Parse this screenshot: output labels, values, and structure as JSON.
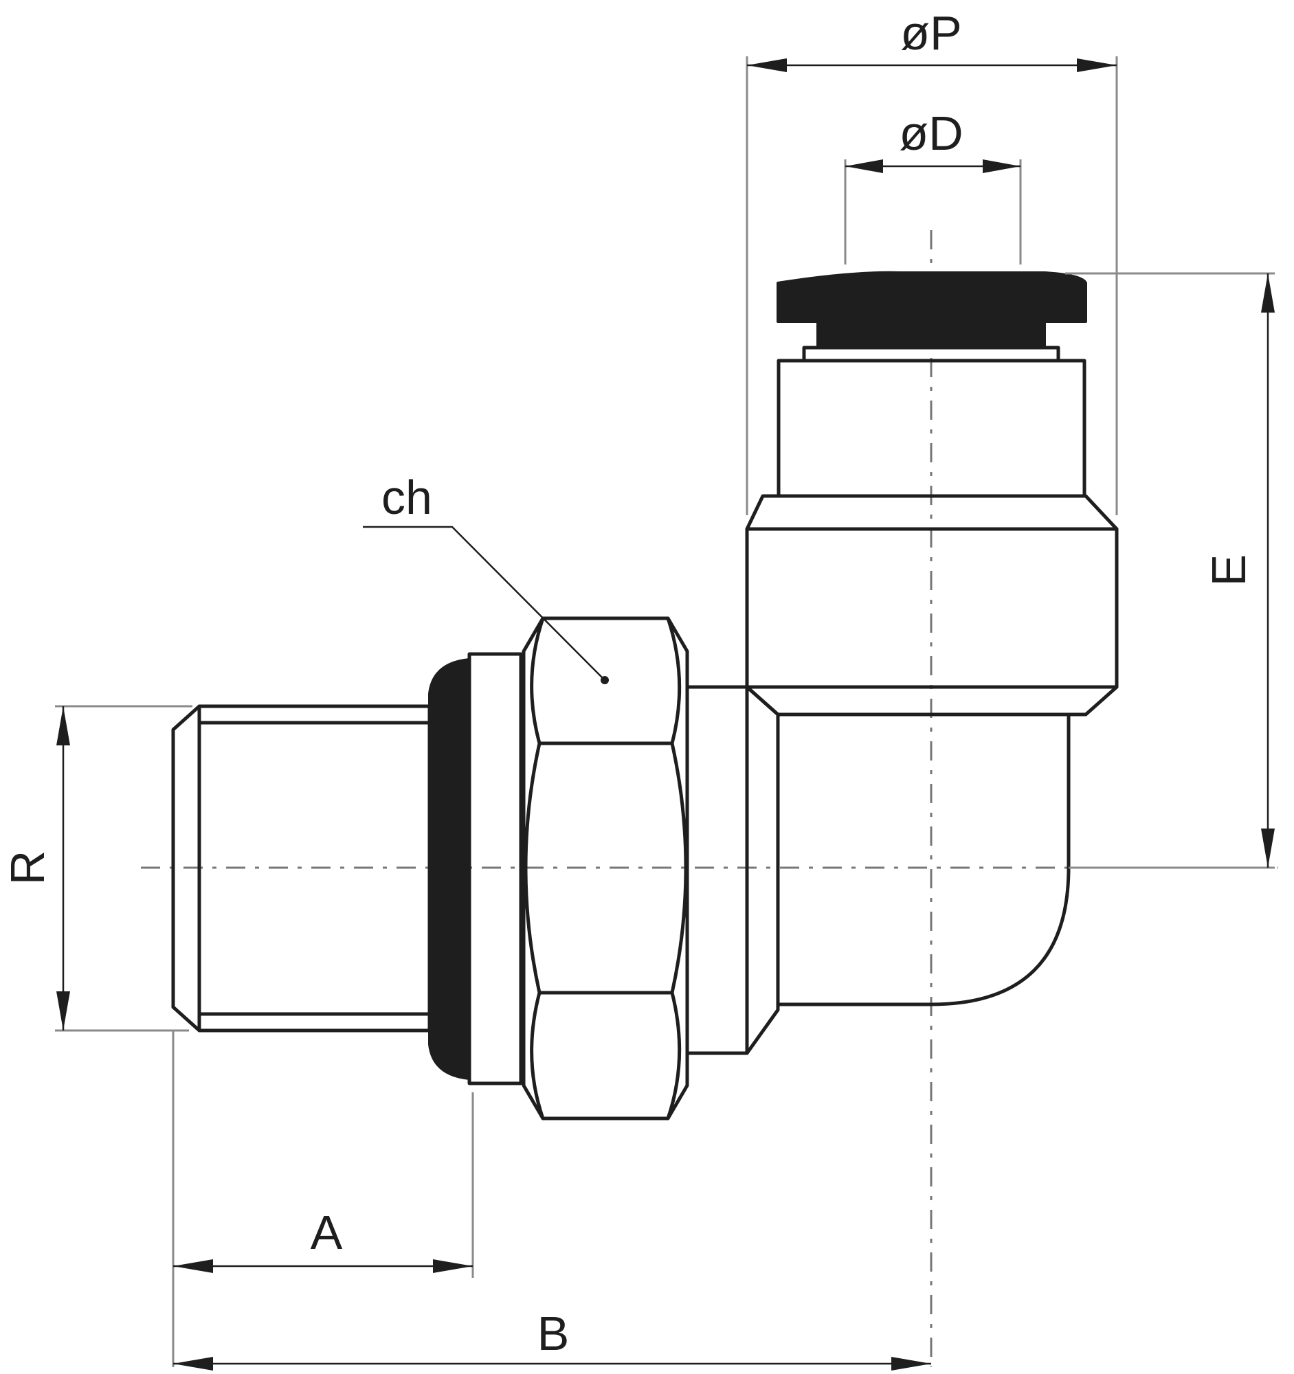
{
  "labels": {
    "outer_diameter": "øP",
    "tube_diameter": "øD",
    "wrench_size": "ch",
    "height": "E",
    "thread": "R",
    "thread_length": "A",
    "overall_length": "B"
  },
  "colors": {
    "line": "#1e1e1e",
    "extension_line": "#8a8a8a",
    "center_line": "#777777",
    "background": "#ffffff"
  }
}
